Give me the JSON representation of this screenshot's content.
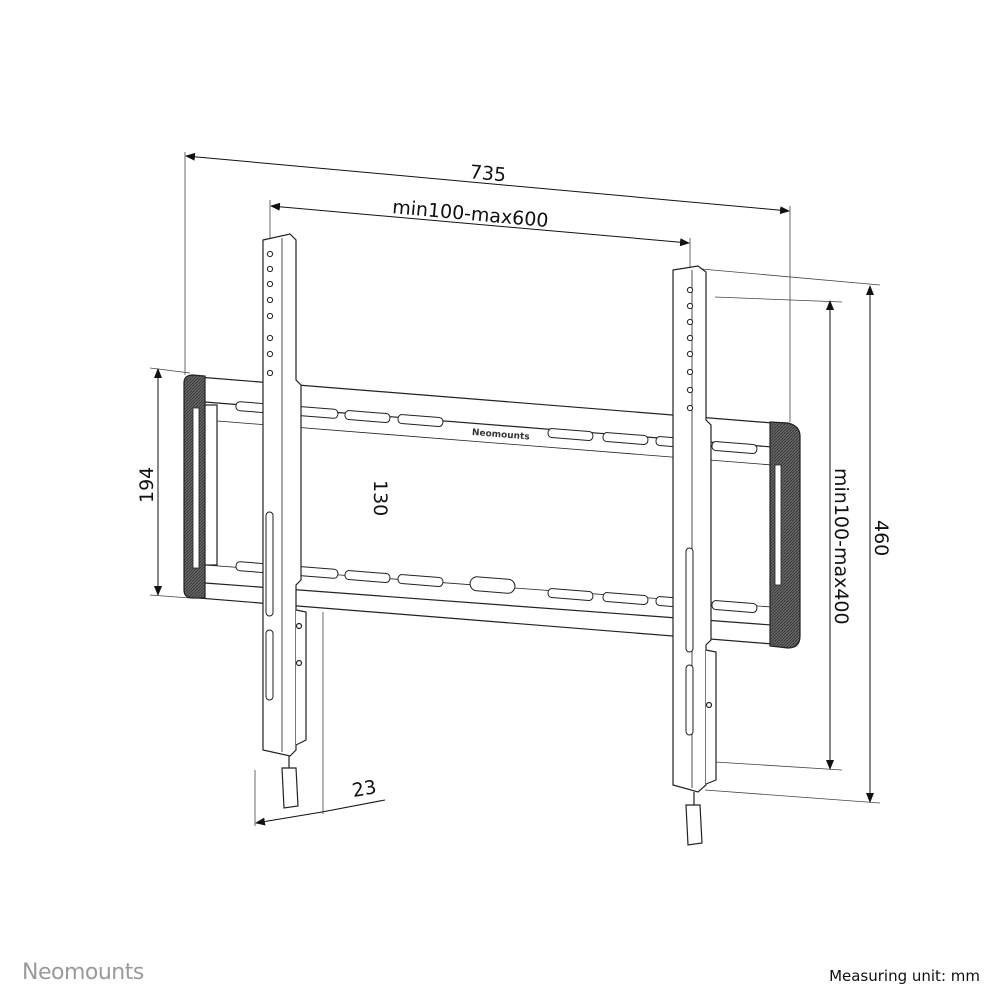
{
  "dimensions": {
    "overall_width": "735",
    "vesa_horizontal": "min100-max600",
    "overall_height": "460",
    "vesa_vertical": "min100-max400",
    "rail_height": "194",
    "rail_inner": "130",
    "depth": "23"
  },
  "rail_logo": "Neomounts",
  "footer": {
    "brand": "Neomounts",
    "unit_note": "Measuring unit: mm"
  },
  "colors": {
    "line": "#222222",
    "endcap": "#555555",
    "brand": "#9a9a9a"
  }
}
